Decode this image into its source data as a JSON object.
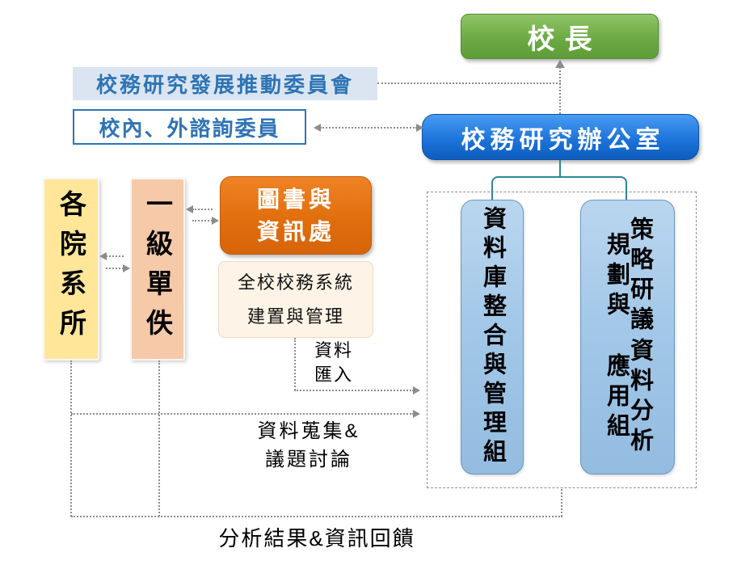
{
  "diagram": {
    "nodes": {
      "president": "校長",
      "committee": "校務研究發展推動委員會",
      "advisors": "校內、外諮詢委員",
      "ir_office": "校務研究辦公室",
      "colleges": "各院系所",
      "first_level_units": "一級單佚",
      "library_it": "圖書與\n資訊處",
      "campus_system": "全校校務系統\n建置與管理",
      "db_group": "資料庫整合與管理組",
      "strategy_group_col_right": "策略研議規劃與",
      "strategy_group_col_left": "資料分析應用組"
    },
    "edge_labels": {
      "data_import": "資料\n匯入",
      "data_collection": "資料蒐集&\n議題討論",
      "feedback": "分析結果&資訊回饋"
    },
    "colors": {
      "president_green": "#6CAB42",
      "office_blue": "#1D74DB",
      "committee_fill": "#DBE5F1",
      "committee_text": "#2E74B5",
      "colleges_yellow": "#FFE699",
      "units_peach": "#F6C9A8",
      "library_orange": "#E16E0C",
      "campus_cream": "#FDF3E6",
      "group_blue": "#A3C8E8",
      "dotted_line_gray": "#8C8C8C",
      "connector_teal": "#31849B"
    }
  }
}
